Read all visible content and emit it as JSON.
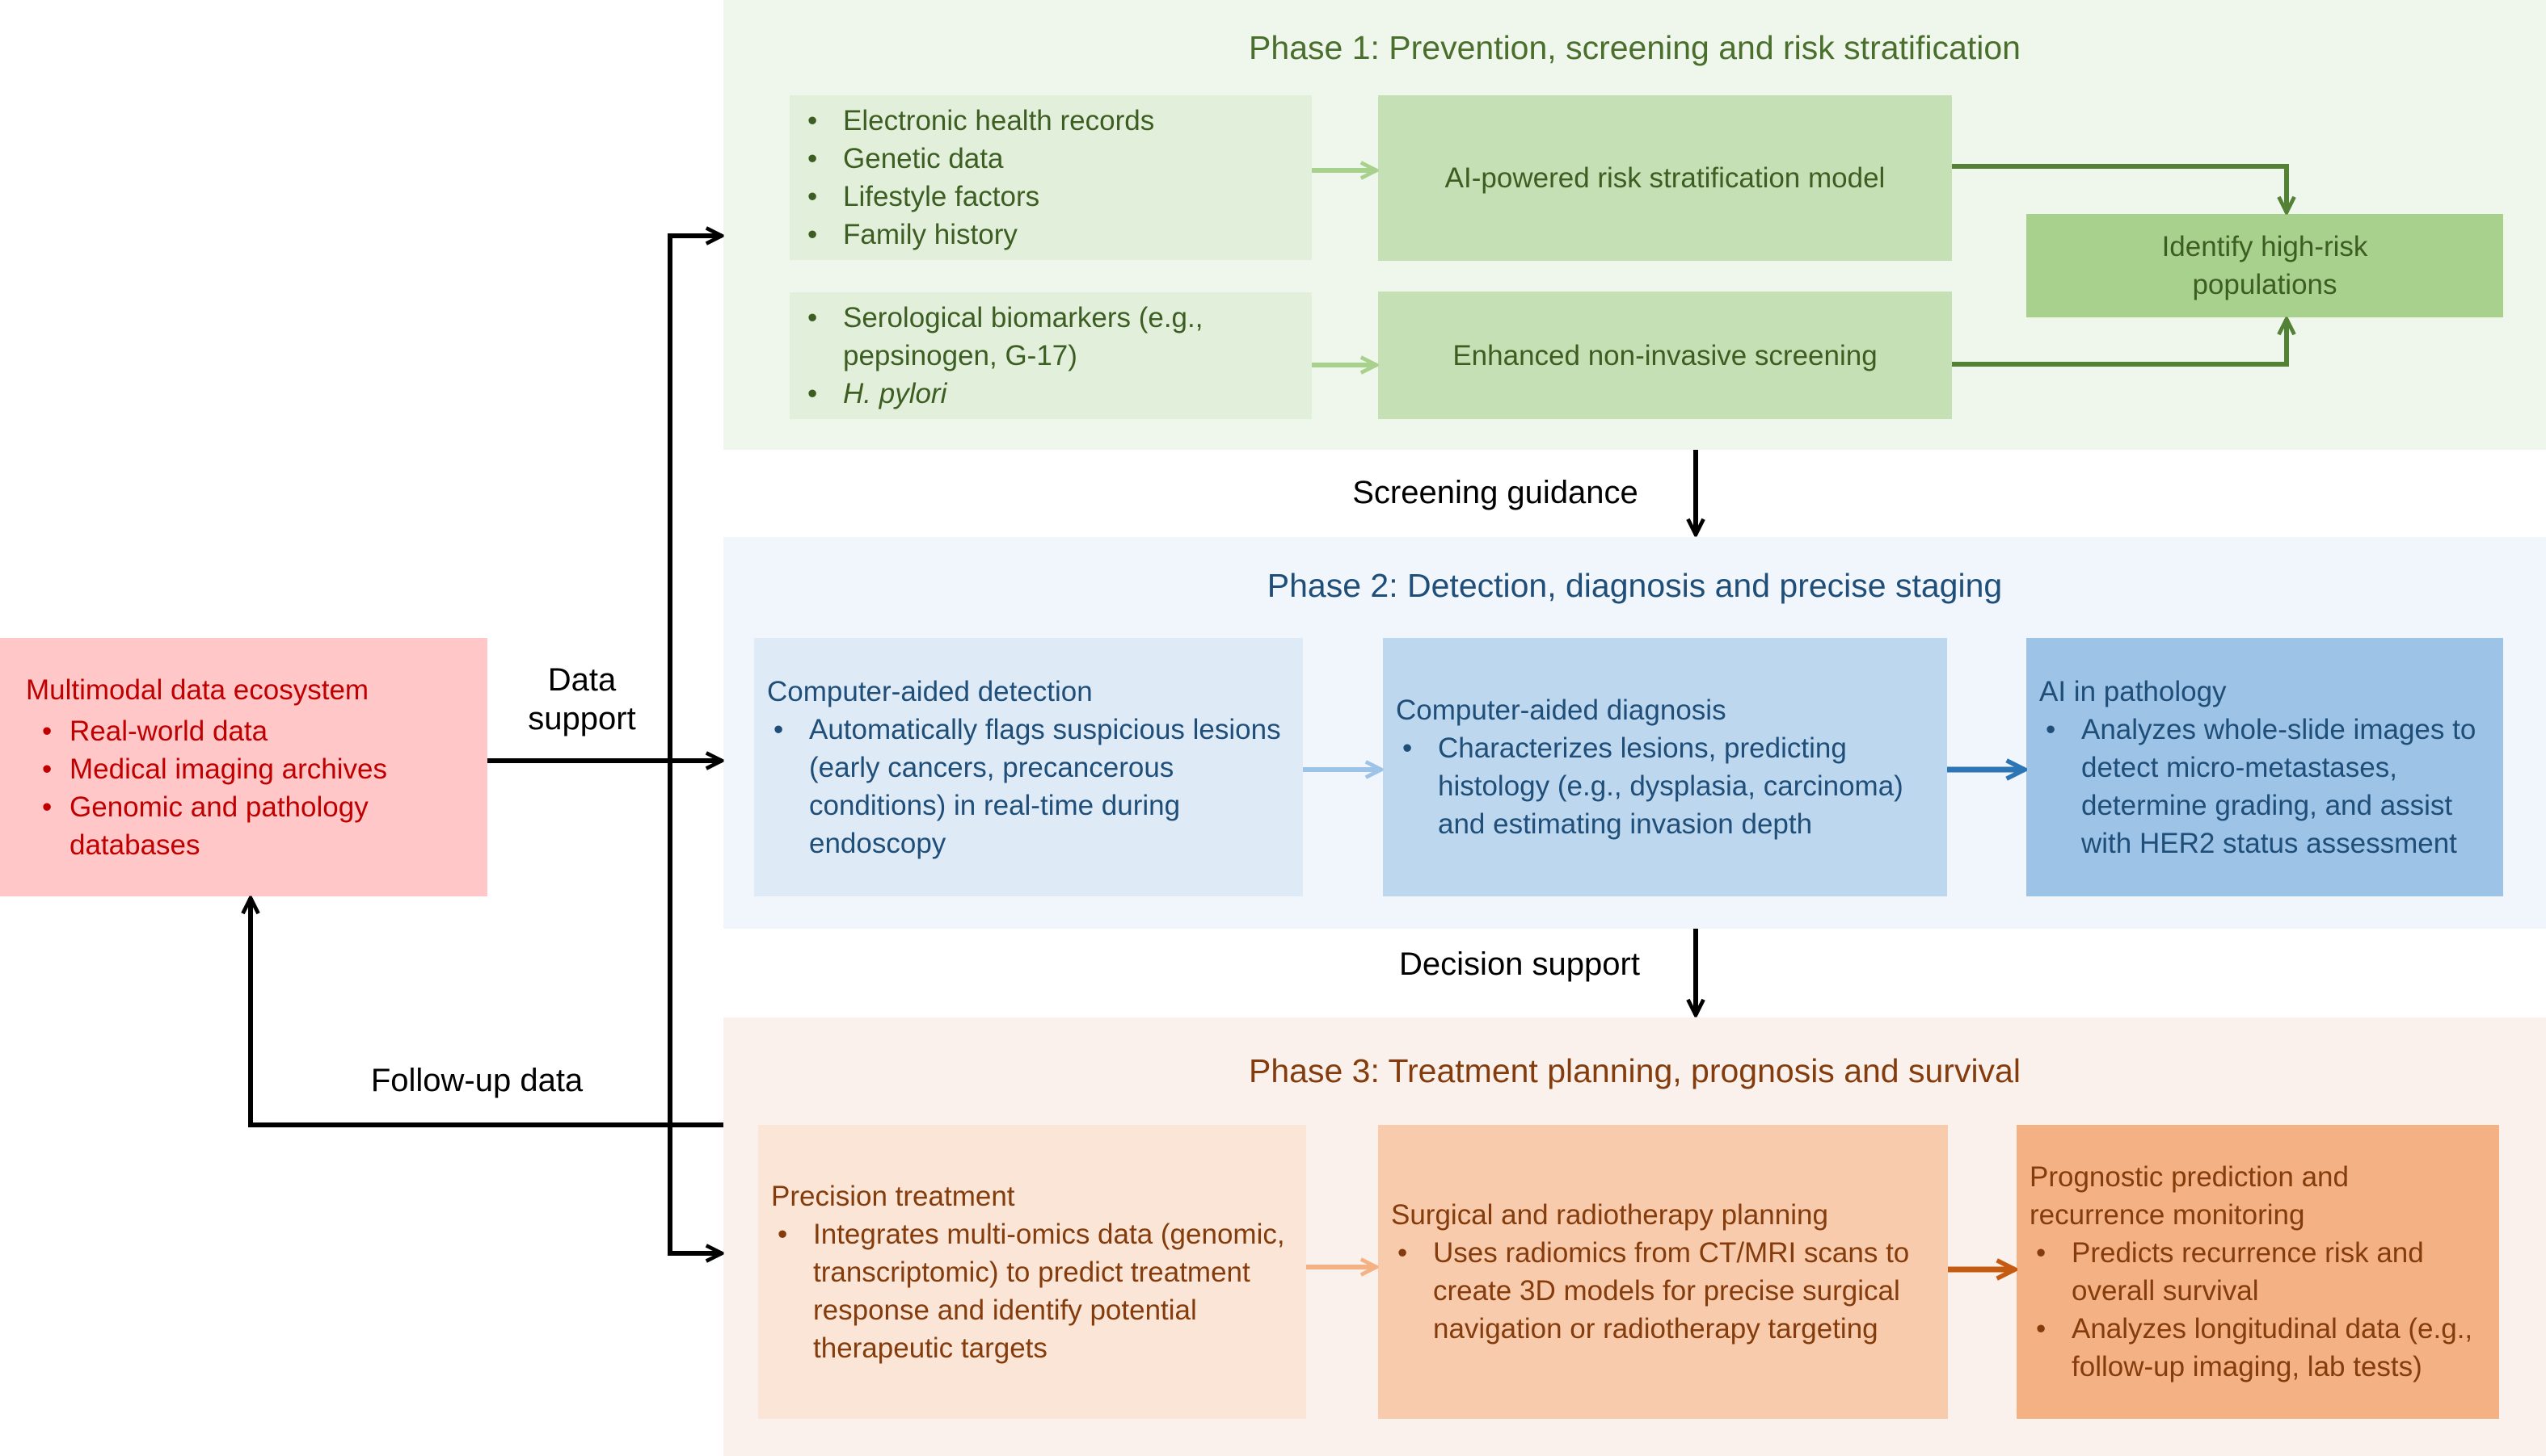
{
  "ecosystem": {
    "title": "Multimodal data ecosystem",
    "items": [
      "Real-world data",
      "Medical imaging archives",
      "Genomic and pathology databases"
    ]
  },
  "connectors": {
    "data_support": "Data support",
    "follow_up": "Follow-up data",
    "screening_guidance": "Screening guidance",
    "decision_support": "Decision support"
  },
  "phase1": {
    "title": "Phase 1: Prevention, screening and risk stratification",
    "inputs_a": [
      "Electronic health records",
      "Genetic data",
      "Lifestyle factors",
      "Family history"
    ],
    "inputs_b": [
      "Serological biomarkers (e.g., pepsinogen, G-17)",
      "H. pylori"
    ],
    "risk_model": "AI-powered risk stratification model",
    "screening": "Enhanced non-invasive screening",
    "outcome": "Identify high-risk populations"
  },
  "phase2": {
    "title": "Phase 2: Detection, diagnosis and precise staging",
    "boxes": [
      {
        "heading": "Computer-aided detection",
        "bullets": [
          "Automatically flags suspicious lesions (early cancers, precancerous conditions) in real-time during endoscopy"
        ]
      },
      {
        "heading": "Computer-aided diagnosis",
        "bullets": [
          "Characterizes lesions, predicting histology (e.g., dysplasia, carcinoma) and estimating invasion depth"
        ]
      },
      {
        "heading": "AI in pathology",
        "bullets": [
          "Analyzes whole-slide images to detect micro-metastases, determine grading, and assist with HER2 status assessment"
        ]
      }
    ]
  },
  "phase3": {
    "title": "Phase 3: Treatment planning, prognosis and survival",
    "boxes": [
      {
        "heading": "Precision treatment",
        "bullets": [
          "Integrates multi-omics data (genomic, transcriptomic) to predict treatment response and identify potential therapeutic targets"
        ]
      },
      {
        "heading": "Surgical and radiotherapy planning",
        "bullets": [
          "Uses radiomics from CT/MRI scans to create 3D models for precise surgical navigation or radiotherapy targeting"
        ]
      },
      {
        "heading": "Prognostic prediction and recurrence monitoring",
        "bullets": [
          "Predicts recurrence risk and overall survival",
          "Analyzes longitudinal data (e.g., follow-up imaging, lab tests)"
        ]
      }
    ]
  },
  "colors": {
    "phase1_bg": "#eff7ec",
    "phase1_text": "#3d5e22",
    "phase1_arrow": "#538135",
    "phase2_bg": "#f0f6fb",
    "phase2_text": "#1f4e79",
    "phase2_arrow": "#2e75b6",
    "phase3_bg": "#fbf1ec",
    "phase3_text": "#843c0c",
    "phase3_arrow": "#c55a11",
    "ecosystem_bg": "#ffc7c7",
    "ecosystem_text": "#c00000"
  }
}
